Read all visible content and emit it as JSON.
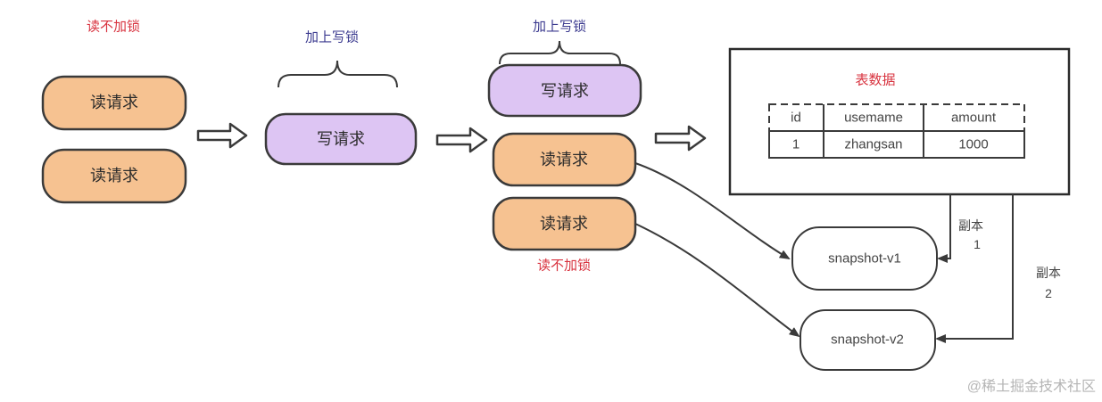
{
  "labels": {
    "no_lock_left": "读不加锁",
    "write_lock_1": "加上写锁",
    "write_lock_2": "加上写锁",
    "no_lock_right": "读不加锁",
    "table_title": "表数据",
    "copy_1": "副本",
    "copy_1_num": "1",
    "copy_2": "副本",
    "copy_2_num": "2"
  },
  "stage1": {
    "requests": [
      "读请求",
      "读请求"
    ]
  },
  "stage2": {
    "request": "写请求"
  },
  "stage3": {
    "requests": [
      "写请求",
      "读请求",
      "读请求"
    ]
  },
  "table": {
    "columns": [
      "id",
      "usemame",
      "amount"
    ],
    "rows": [
      [
        "1",
        "zhangsan",
        "1000"
      ]
    ]
  },
  "snapshots": [
    "snapshot-v1",
    "snapshot-v2"
  ],
  "watermark": "@稀土掘金技术社区",
  "colors": {
    "read_fill": "#f6c291",
    "write_fill": "#ddc5f3",
    "stroke": "#3a3a3a",
    "red_text": "#d8333f",
    "blue_text": "#3b3a8f"
  }
}
